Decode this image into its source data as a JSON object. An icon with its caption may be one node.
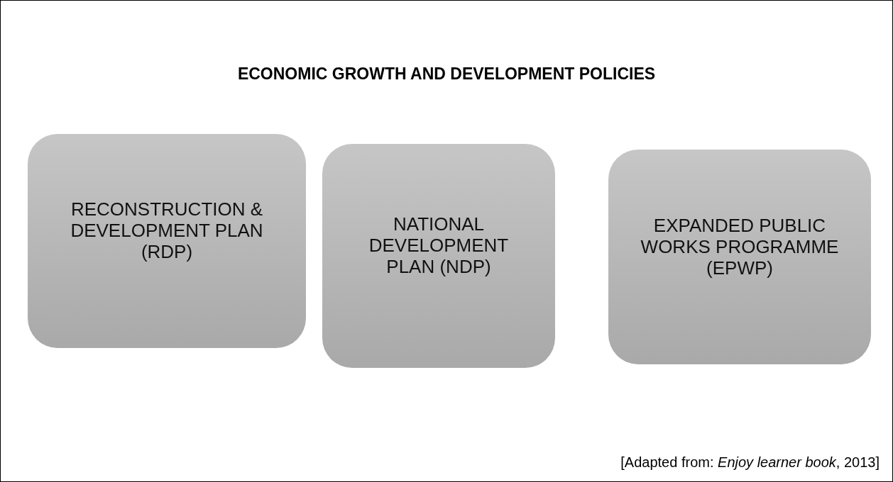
{
  "diagram": {
    "title": "ECONOMIC GROWTH AND DEVELOPMENT POLICIES",
    "nodes": [
      {
        "text": [
          "RECONSTRUCTION & DEVELOPMENT PLAN (RDP)"
        ]
      },
      {
        "text": [
          "NATIONAL DEVELOPMENT PLAN (NDP)"
        ]
      },
      {
        "text": [
          "EXPANDED PUBLIC WORKS PROGRAMME (EPWP)"
        ]
      }
    ],
    "edges": [],
    "caption": "[Adapted from: *Enjoy learner book*, 2013]"
  }
}
